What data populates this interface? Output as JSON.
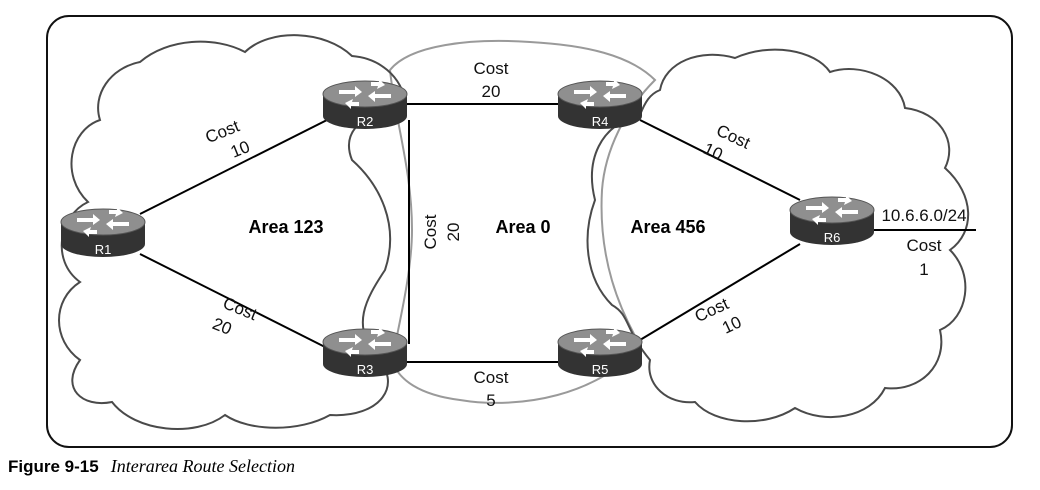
{
  "areas": {
    "area123": "Area 123",
    "area0": "Area 0",
    "area456": "Area 456"
  },
  "routers": {
    "r1": "R1",
    "r2": "R2",
    "r3": "R3",
    "r4": "R4",
    "r5": "R5",
    "r6": "R6"
  },
  "links": {
    "r1_r2": {
      "word": "Cost",
      "value": "10"
    },
    "r1_r3": {
      "word": "Cost",
      "value": "20"
    },
    "r2_r4": {
      "word": "Cost",
      "value": "20"
    },
    "r2_r3": {
      "word": "Cost",
      "value": "20"
    },
    "r3_r5": {
      "word": "Cost",
      "value": "5"
    },
    "r4_r6": {
      "word": "Cost",
      "value": "10"
    },
    "r5_r6": {
      "word": "Cost",
      "value": "10"
    },
    "r6_net": {
      "network": "10.6.6.0/24",
      "word": "Cost",
      "value": "1"
    }
  },
  "caption": {
    "number": "Figure 9-15",
    "title": "Interarea Route Selection"
  },
  "colors": {
    "cloud_stroke": "#4a4a4a",
    "area0_stroke": "#999999",
    "router_body": "#3c3c3c",
    "router_top": "#8a8a8a"
  }
}
